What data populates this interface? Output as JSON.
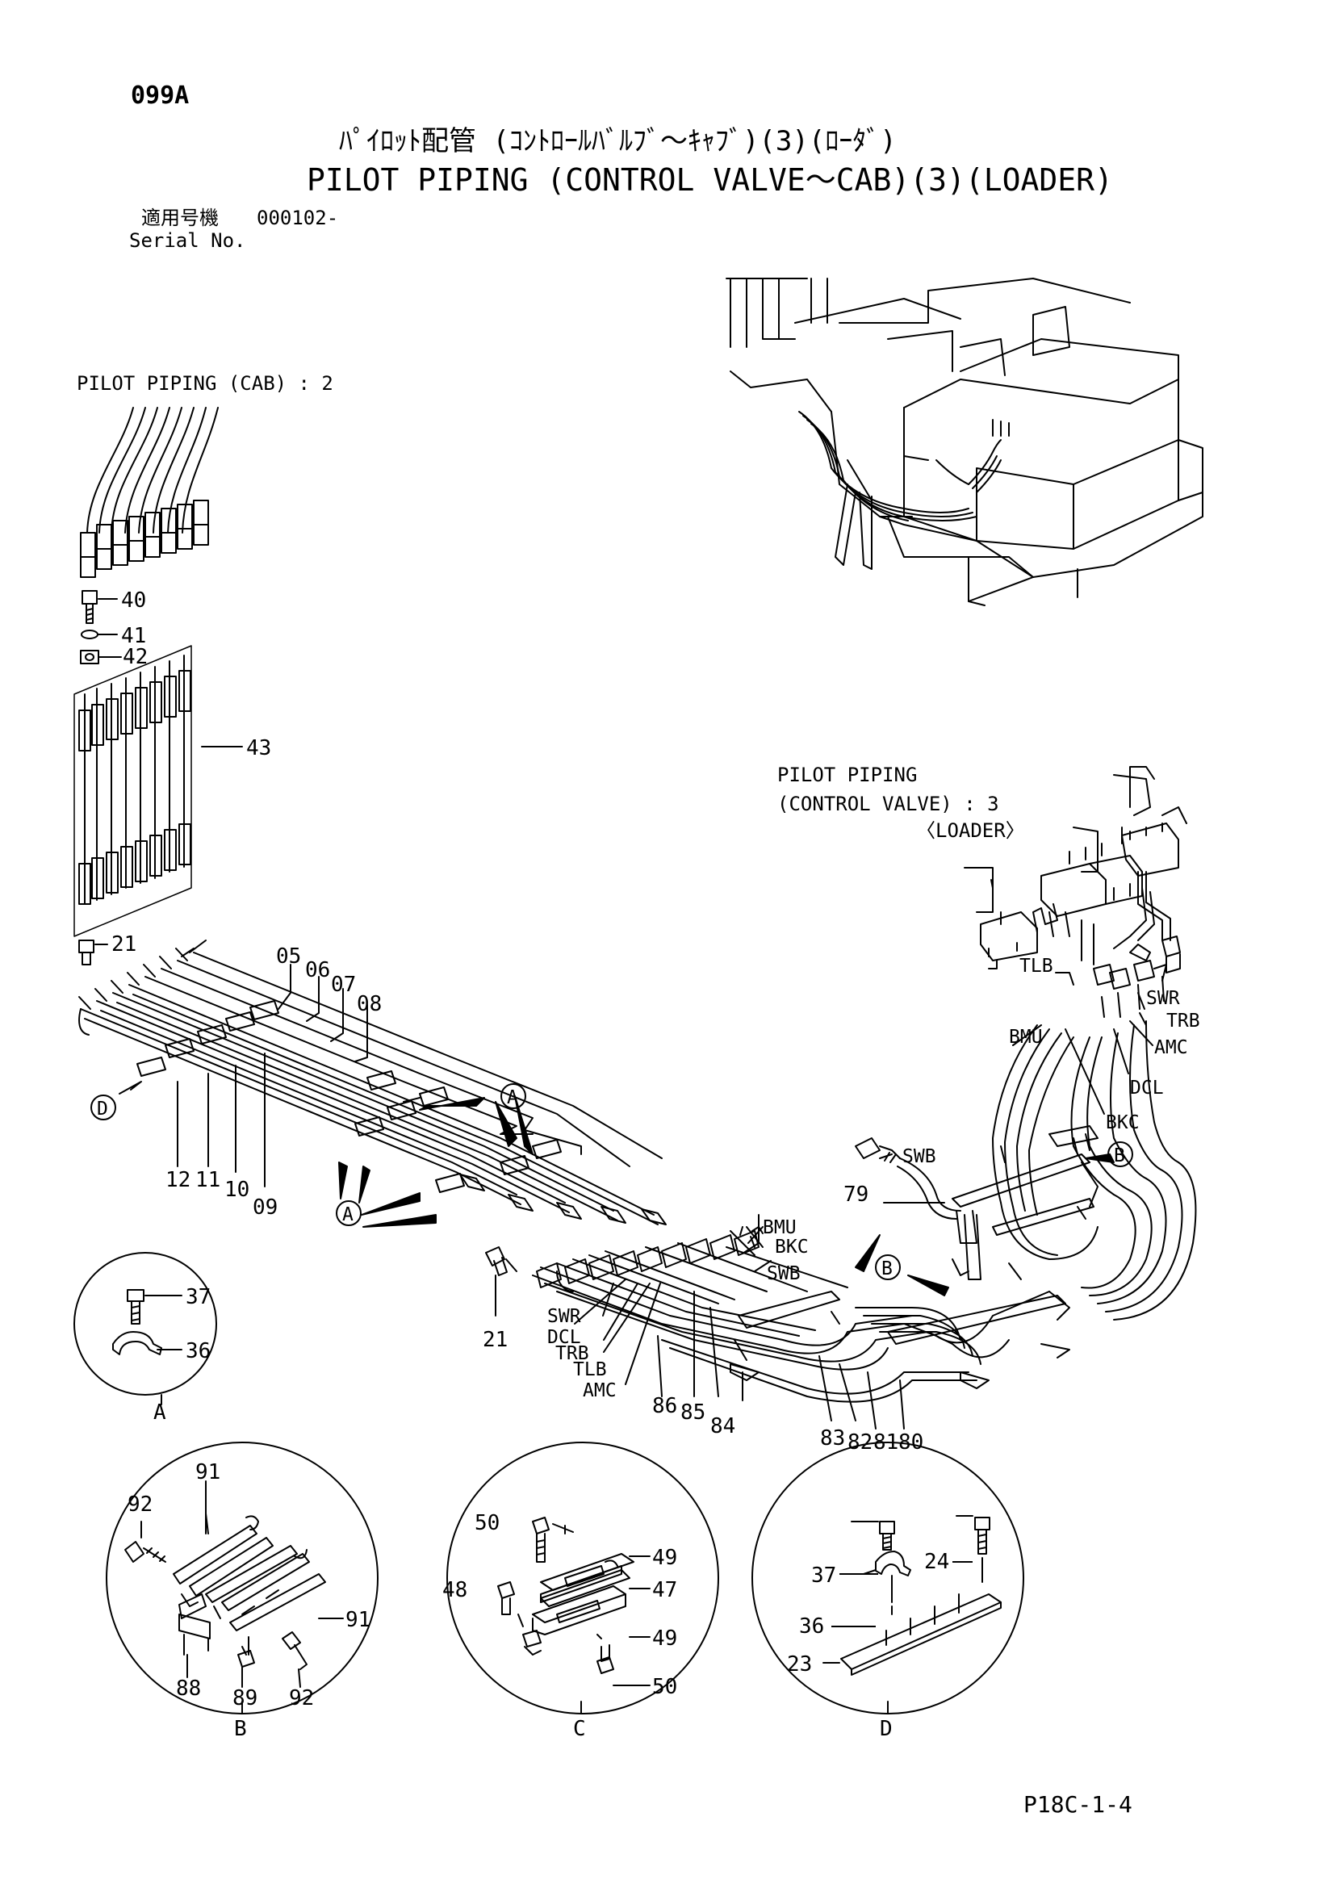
{
  "header": {
    "page_code": "099A",
    "title_jp": "ﾊﾟｲﾛｯﾄ配管 (ｺﾝﾄﾛｰﾙﾊﾞﾙﾌﾞ～ｷｬﾌﾞ)(3)(ﾛｰﾀﾞ)",
    "title_en": "PILOT PIPING (CONTROL VALVE～CAB)(3)(LOADER)",
    "serial_label_jp": "適用号機",
    "serial_value": "000102-",
    "serial_label_en": "Serial No."
  },
  "references": {
    "cab": "PILOT PIPING (CAB) : 2",
    "cv_line1": "PILOT PIPING",
    "cv_line2": "(CONTROL VALVE) : 3",
    "cv_line3": "〈LOADER〉"
  },
  "callouts": {
    "n40": "40",
    "n41": "41",
    "n42": "42",
    "n43": "43",
    "n21a": "21",
    "n21b": "21",
    "n05": "05",
    "n06": "06",
    "n07": "07",
    "n08": "08",
    "n12": "12",
    "n11": "11",
    "n10": "10",
    "n09": "09",
    "n79": "79",
    "n86": "86",
    "n85": "85",
    "n84": "84",
    "n83": "83",
    "n82": "82",
    "n81": "81",
    "n80": "80",
    "n37a": "37",
    "n36a": "36",
    "n91a": "91",
    "n92a": "92",
    "n91b": "91",
    "n88": "88",
    "n89": "89",
    "n92b": "92",
    "n50a": "50",
    "n49a": "49",
    "n48": "48",
    "n47": "47",
    "n49b": "49",
    "n50b": "50",
    "n37b": "37",
    "n24": "24",
    "n36b": "36",
    "n23": "23"
  },
  "port_labels": {
    "tlb_top": "TLB",
    "swr_top": "SWR",
    "trb_top": "TRB",
    "bmu_top": "BMU",
    "amc_top": "AMC",
    "dcl_top": "DCL",
    "bkc_top": "BKC",
    "swb_top": "SWB",
    "bmu_mid": "BMU",
    "bkc_mid": "BKC",
    "swb_mid": "SWB",
    "swr_bot": "SWR",
    "dcl_bot": "DCL",
    "trb_bot": "TRB",
    "tlb_bot": "TLB",
    "amc_bot": "AMC"
  },
  "detail_markers": {
    "a_upper": "A",
    "a_lower": "A",
    "d_marker": "D",
    "b_upper": "B",
    "b_lower": "B"
  },
  "detail_captions": {
    "a": "A",
    "b": "B",
    "c": "C",
    "d": "D"
  },
  "footer": {
    "code": "P18C-1-4"
  }
}
